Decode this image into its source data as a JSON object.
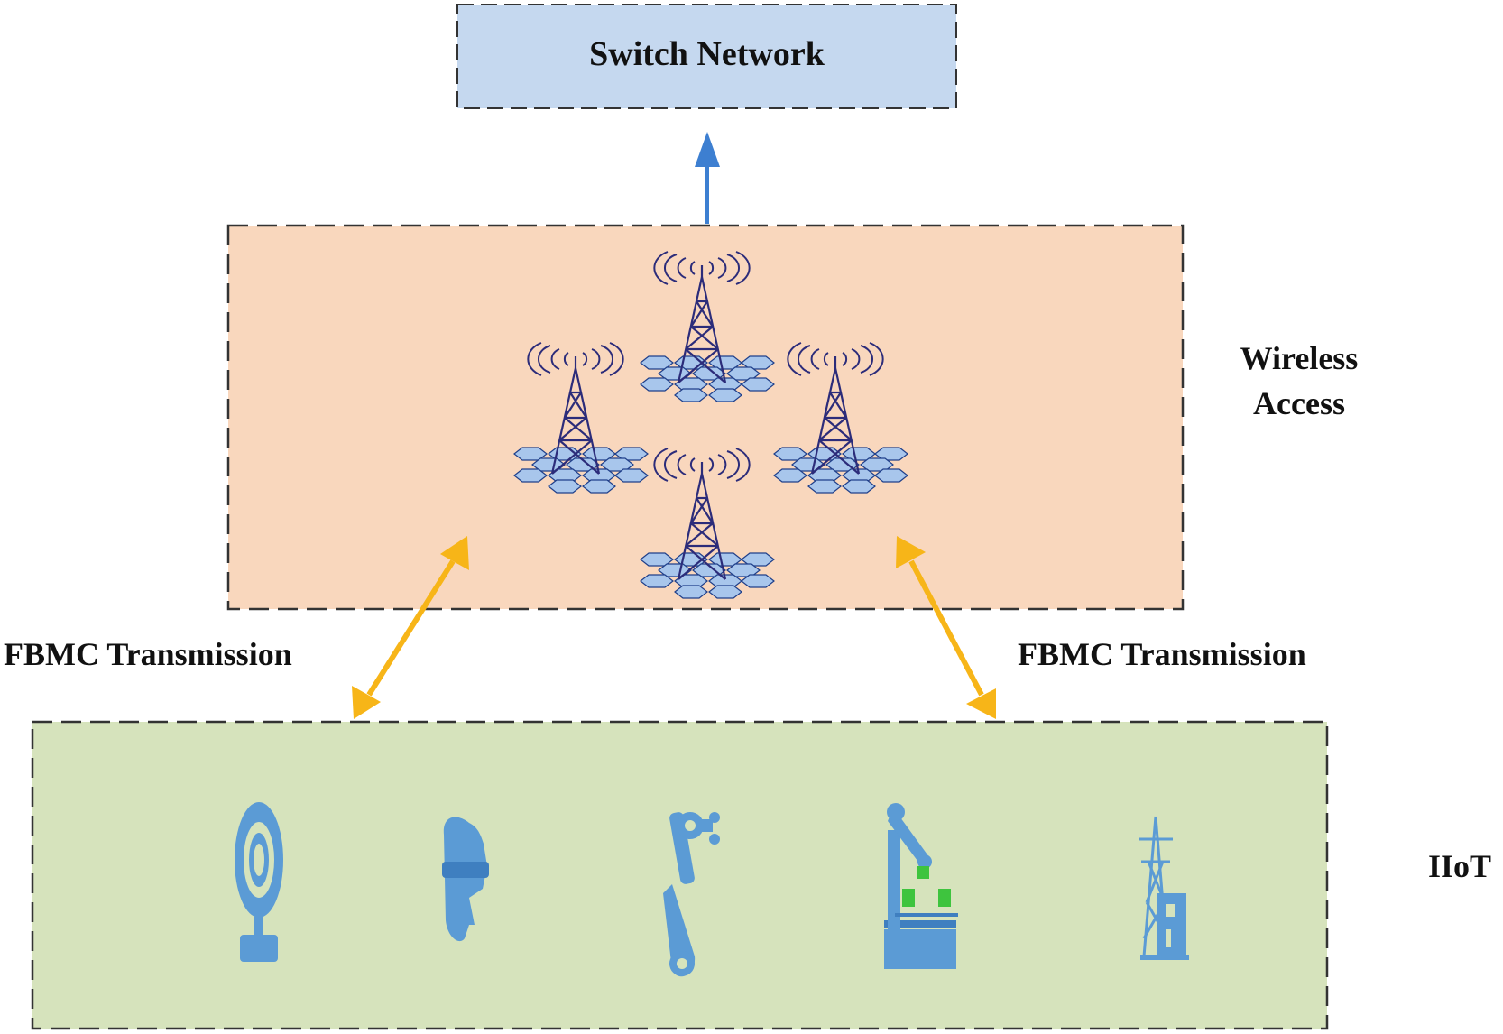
{
  "diagram": {
    "switch_network": {
      "label": "Switch Network"
    },
    "wireless_access": {
      "label_line1": "Wireless",
      "label_line2": "Access",
      "tower_icon": "cell-tower-icon"
    },
    "iiot": {
      "label": "IIoT",
      "devices": [
        {
          "icon": "webcam-icon"
        },
        {
          "icon": "vr-headset-head-icon"
        },
        {
          "icon": "robotic-arm-icon"
        },
        {
          "icon": "factory-robot-icon"
        },
        {
          "icon": "power-pylon-icon"
        }
      ]
    },
    "links": {
      "left_label": "FBMC Transmission",
      "right_label": "FBMC Transmission"
    },
    "colors": {
      "switch_fill": "#c5d8ef",
      "wireless_fill": "#f9d7bd",
      "iiot_fill": "#d6e3bc",
      "arrow_up": "#3d7fd1",
      "arrow_bidirectional": "#f7b518",
      "icon_blue": "#5b9bd5",
      "tower_navy": "#2c2c7a",
      "accent_green": "#3ec43e"
    }
  }
}
